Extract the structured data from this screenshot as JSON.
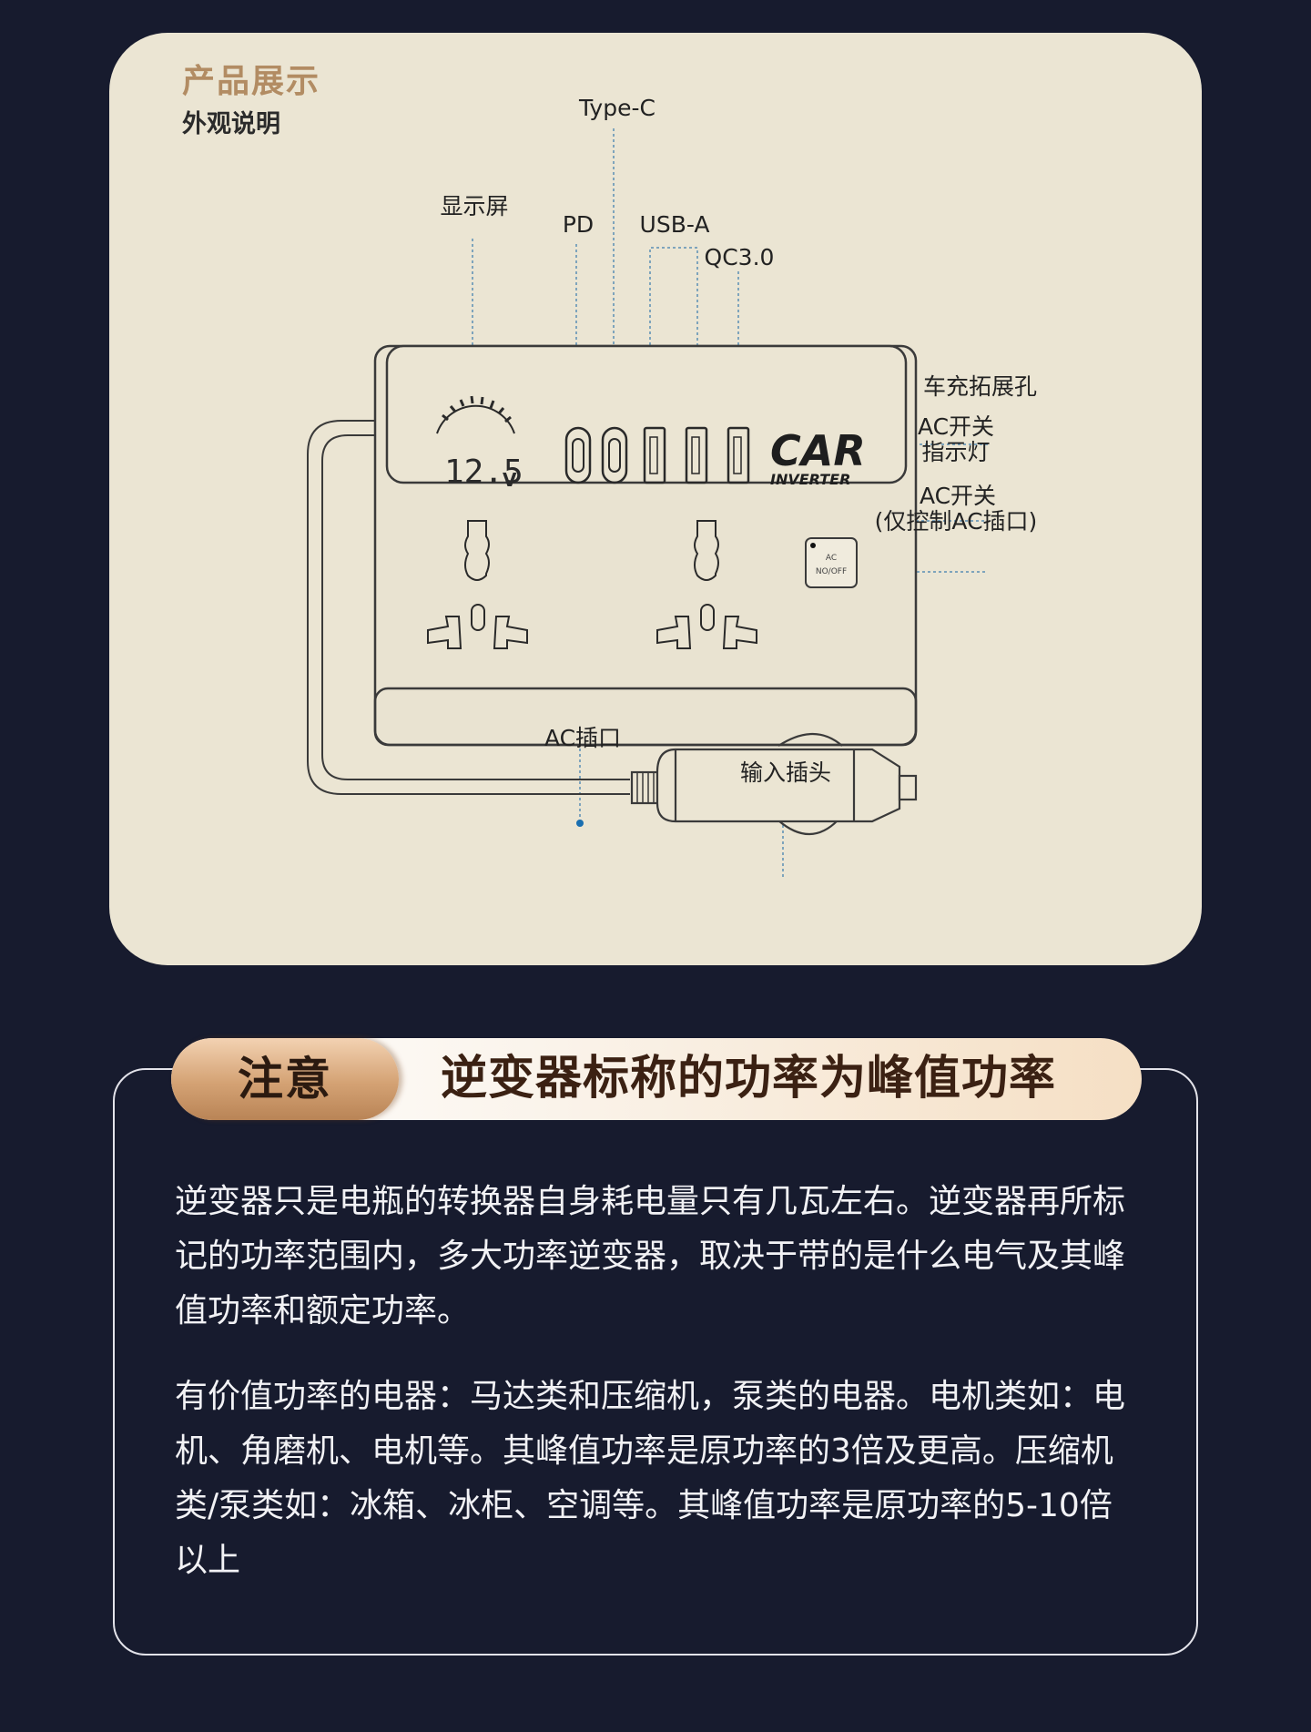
{
  "product": {
    "section_title": "产品展示",
    "section_subtitle": "外观说明",
    "labels": {
      "type_c": "Type-C",
      "display": "显示屏",
      "pd": "PD",
      "usb_a": "USB-A",
      "qc": "QC3.0",
      "car_port": "车充拓展孔",
      "ac_indicator_line1": "AC开关",
      "ac_indicator_line2": "指示灯",
      "ac_switch_line1": "AC开关",
      "ac_switch_line2": "(仅控制AC插口)",
      "ac_socket": "AC插口",
      "input_plug": "输入插头"
    },
    "device": {
      "voltage": "12.5",
      "unit": "V",
      "brand_line1": "CAR",
      "brand_line2": "INVERTER",
      "switch_line1": "AC",
      "switch_line2": "NO/OFF"
    }
  },
  "notice": {
    "badge": "注意",
    "title": "逆变器标称的功率为峰值功率",
    "paragraph1": "逆变器只是电瓶的转换器自身耗电量只有几瓦左右。逆变器再所标记的功率范围内，多大功率逆变器，取决于带的是什么电气及其峰值功率和额定功率。",
    "paragraph2": "有价值功率的电器：马达类和压缩机，泵类的电器。电机类如：电机、角磨机、电机等。其峰值功率是原功率的3倍及更高。压缩机类/泵类如：冰箱、冰柜、空调等。其峰值功率是原功率的5-10倍以上"
  },
  "colors": {
    "background": "#171b2e",
    "card": "#ebe5d3",
    "accent": "#b28c63",
    "leader_dot": "#1a6fb0"
  }
}
